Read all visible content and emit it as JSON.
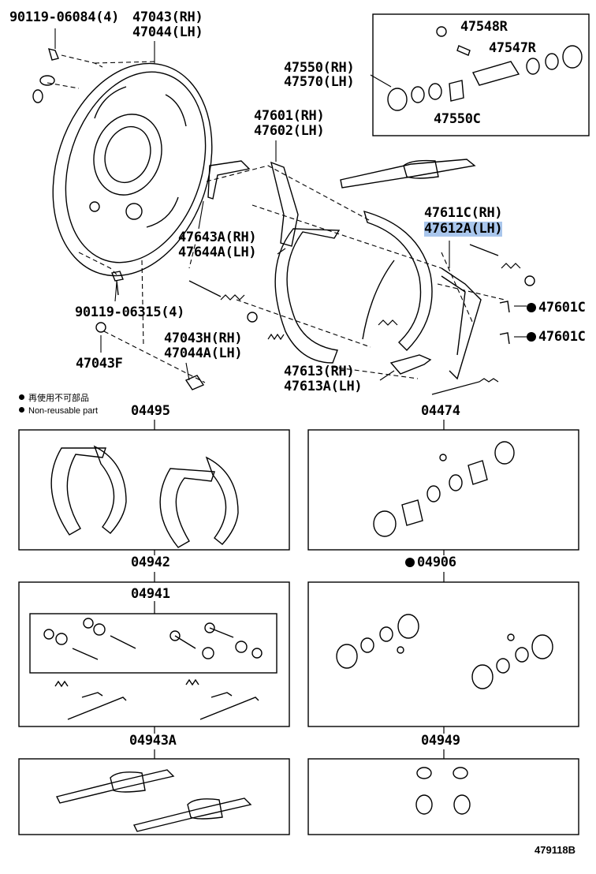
{
  "labels": {
    "bolt_top": "90119-06084(4)",
    "backing_plate_rh": "47043(RH)",
    "backing_plate_lh": "47044(LH)",
    "bleeder_cap": "47548R",
    "bleeder_plug": "47547R",
    "wheel_cyl_rh": "47550(RH)",
    "wheel_cyl_lh": "47570(LH)",
    "cyl_kit": "47550C",
    "lever_rh": "47601(RH)",
    "lever_lh": "47602(LH)",
    "strut_rh": "47611C(RH)",
    "strut_lh": "47612A(LH)",
    "adj_lever_rh": "47643A(RH)",
    "adj_lever_lh": "47644A(LH)",
    "clip_a": "47601C",
    "clip_b": "47601C",
    "bolt_bottom": "90119-06315(4)",
    "plate_h_rh": "47043H(RH)",
    "plate_a_lh": "47044A(LH)",
    "plug": "47043F",
    "pin_rh": "47613(RH)",
    "pin_lh": "47613A(LH)"
  },
  "notes": {
    "non_reusable_jp": "再使用不可部品",
    "non_reusable_en": "Non-reusable part"
  },
  "kits": {
    "k04495": "04495",
    "k04474": "04474",
    "k04942": "04942",
    "k04906": "04906",
    "k04941": "04941",
    "k04943a": "04943A",
    "k04949": "04949"
  },
  "ref_code": "479118B",
  "colors": {
    "highlight": "#a9c6ec",
    "ink": "#000000"
  }
}
